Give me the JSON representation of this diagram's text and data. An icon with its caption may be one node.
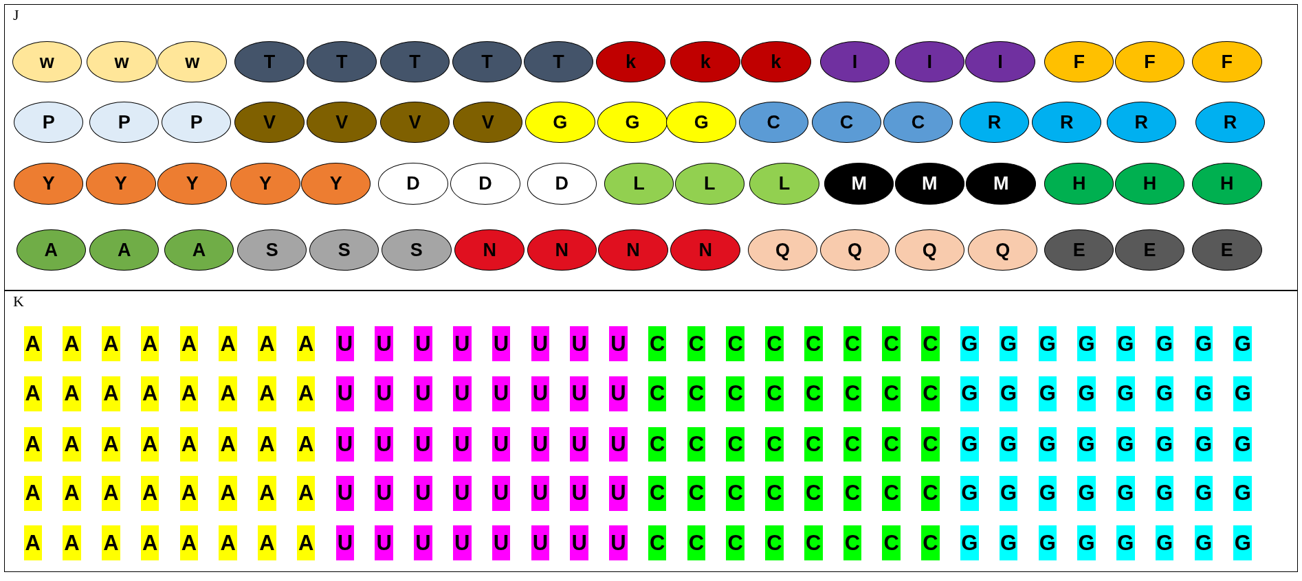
{
  "diagram": {
    "nodes": [
      {
        "text": [
          "J"
        ]
      },
      {
        "text": [
          "w"
        ],
        "in": 0
      },
      {
        "text": [
          "w"
        ],
        "in": 0
      },
      {
        "text": [
          "w"
        ],
        "in": 0
      },
      {
        "text": [
          "T"
        ],
        "in": 0
      },
      {
        "text": [
          "T"
        ],
        "in": 0
      },
      {
        "text": [
          "T"
        ],
        "in": 0
      },
      {
        "text": [
          "T"
        ],
        "in": 0
      },
      {
        "text": [
          "T"
        ],
        "in": 0
      },
      {
        "text": [
          "k"
        ],
        "in": 0
      },
      {
        "text": [
          "k"
        ],
        "in": 0
      },
      {
        "text": [
          "k"
        ],
        "in": 0
      },
      {
        "text": [
          "I"
        ],
        "in": 0
      },
      {
        "text": [
          "I"
        ],
        "in": 0
      },
      {
        "text": [
          "I"
        ],
        "in": 0
      },
      {
        "text": [
          "F"
        ],
        "in": 0
      },
      {
        "text": [
          "F"
        ],
        "in": 0
      },
      {
        "text": [
          "F"
        ],
        "in": 0
      },
      {
        "text": [
          "P"
        ],
        "in": 0
      },
      {
        "text": [
          "P"
        ],
        "in": 0
      },
      {
        "text": [
          "P"
        ],
        "in": 0
      },
      {
        "text": [
          "V"
        ],
        "in": 0
      },
      {
        "text": [
          "V"
        ],
        "in": 0
      },
      {
        "text": [
          "V"
        ],
        "in": 0
      },
      {
        "text": [
          "V"
        ],
        "in": 0
      },
      {
        "text": [
          "G"
        ],
        "in": 0
      },
      {
        "text": [
          "G"
        ],
        "in": 0
      },
      {
        "text": [
          "G"
        ],
        "in": 0
      },
      {
        "text": [
          "C"
        ],
        "in": 0
      },
      {
        "text": [
          "C"
        ],
        "in": 0
      },
      {
        "text": [
          "C"
        ],
        "in": 0
      },
      {
        "text": [
          "R"
        ],
        "in": 0
      },
      {
        "text": [
          "R"
        ],
        "in": 0
      },
      {
        "text": [
          "R"
        ],
        "in": 0
      },
      {
        "text": [
          "R"
        ],
        "in": 0
      },
      {
        "text": [
          "Y"
        ],
        "in": 0
      },
      {
        "text": [
          "Y"
        ],
        "in": 0
      },
      {
        "text": [
          "Y"
        ],
        "in": 0
      },
      {
        "text": [
          "Y"
        ],
        "in": 0
      },
      {
        "text": [
          "Y"
        ],
        "in": 0
      },
      {
        "text": [
          "D"
        ],
        "in": 0
      },
      {
        "text": [
          "D"
        ],
        "in": 0
      },
      {
        "text": [
          "D"
        ],
        "in": 0
      },
      {
        "text": [
          "L"
        ],
        "in": 0
      },
      {
        "text": [
          "L"
        ],
        "in": 0
      },
      {
        "text": [
          "L"
        ],
        "in": 0
      },
      {
        "text": [
          "M"
        ],
        "in": 0
      },
      {
        "text": [
          "M"
        ],
        "in": 0
      },
      {
        "text": [
          "M"
        ],
        "in": 0
      },
      {
        "text": [
          "H"
        ],
        "in": 0
      },
      {
        "text": [
          "H"
        ],
        "in": 0
      },
      {
        "text": [
          "H"
        ],
        "in": 0
      },
      {
        "text": [
          "A"
        ],
        "in": 0
      },
      {
        "text": [
          "A"
        ],
        "in": 0
      },
      {
        "text": [
          "A"
        ],
        "in": 0
      },
      {
        "text": [
          "S"
        ],
        "in": 0
      },
      {
        "text": [
          "S"
        ],
        "in": 0
      },
      {
        "text": [
          "S"
        ],
        "in": 0
      },
      {
        "text": [
          "N"
        ],
        "in": 0
      },
      {
        "text": [
          "N"
        ],
        "in": 0
      },
      {
        "text": [
          "N"
        ],
        "in": 0
      },
      {
        "text": [
          "N"
        ],
        "in": 0
      },
      {
        "text": [
          "Q"
        ],
        "in": 0
      },
      {
        "text": [
          "Q"
        ],
        "in": 0
      },
      {
        "text": [
          "Q"
        ],
        "in": 0
      },
      {
        "text": [
          "Q"
        ],
        "in": 0
      },
      {
        "text": [
          "E"
        ],
        "in": 0
      },
      {
        "text": [
          "E"
        ],
        "in": 0
      },
      {
        "text": [
          "E"
        ],
        "in": 0
      },
      {
        "text": [
          "K"
        ]
      },
      {
        "text": [
          "A"
        ],
        "in": 69
      },
      {
        "text": [
          "A"
        ],
        "in": 69
      },
      {
        "text": [
          "A"
        ],
        "in": 69
      },
      {
        "text": [
          "A"
        ],
        "in": 69
      },
      {
        "text": [
          "A"
        ],
        "in": 69
      },
      {
        "text": [
          "A"
        ],
        "in": 69
      },
      {
        "text": [
          "A"
        ],
        "in": 69
      },
      {
        "text": [
          "A"
        ],
        "in": 69
      },
      {
        "text": [
          "U"
        ],
        "in": 69
      },
      {
        "text": [
          "U"
        ],
        "in": 69
      },
      {
        "text": [
          "U"
        ],
        "in": 69
      },
      {
        "text": [
          "U"
        ],
        "in": 69
      },
      {
        "text": [
          "U"
        ],
        "in": 69
      },
      {
        "text": [
          "U"
        ],
        "in": 69
      },
      {
        "text": [
          "U"
        ],
        "in": 69
      },
      {
        "text": [
          "U"
        ],
        "in": 69
      },
      {
        "text": [
          "C"
        ],
        "in": 69
      },
      {
        "text": [
          "C"
        ],
        "in": 69
      },
      {
        "text": [
          "C"
        ],
        "in": 69
      },
      {
        "text": [
          "C"
        ],
        "in": 69
      },
      {
        "text": [
          "C"
        ],
        "in": 69
      },
      {
        "text": [
          "C"
        ],
        "in": 69
      },
      {
        "text": [
          "C"
        ],
        "in": 69
      },
      {
        "text": [
          "C"
        ],
        "in": 69
      },
      {
        "text": [
          "G"
        ],
        "in": 69
      },
      {
        "text": [
          "G"
        ],
        "in": 69
      },
      {
        "text": [
          "G"
        ],
        "in": 69
      },
      {
        "text": [
          "G"
        ],
        "in": 69
      },
      {
        "text": [
          "G"
        ],
        "in": 69
      },
      {
        "text": [
          "G"
        ],
        "in": 69
      },
      {
        "text": [
          "G"
        ],
        "in": 69
      },
      {
        "text": [
          "G"
        ],
        "in": 69
      },
      {
        "text": [
          "A"
        ],
        "in": 69
      },
      {
        "text": [
          "A"
        ],
        "in": 69
      },
      {
        "text": [
          "A"
        ],
        "in": 69
      },
      {
        "text": [
          "A"
        ],
        "in": 69
      },
      {
        "text": [
          "A"
        ],
        "in": 69
      },
      {
        "text": [
          "A"
        ],
        "in": 69
      },
      {
        "text": [
          "A"
        ],
        "in": 69
      },
      {
        "text": [
          "A"
        ],
        "in": 69
      },
      {
        "text": [
          "U"
        ],
        "in": 69
      },
      {
        "text": [
          "U"
        ],
        "in": 69
      },
      {
        "text": [
          "U"
        ],
        "in": 69
      },
      {
        "text": [
          "U"
        ],
        "in": 69
      },
      {
        "text": [
          "U"
        ],
        "in": 69
      },
      {
        "text": [
          "U"
        ],
        "in": 69
      },
      {
        "text": [
          "U"
        ],
        "in": 69
      },
      {
        "text": [
          "U"
        ],
        "in": 69
      },
      {
        "text": [
          "C"
        ],
        "in": 69
      },
      {
        "text": [
          "C"
        ],
        "in": 69
      },
      {
        "text": [
          "C"
        ],
        "in": 69
      },
      {
        "text": [
          "C"
        ],
        "in": 69
      },
      {
        "text": [
          "C"
        ],
        "in": 69
      },
      {
        "text": [
          "C"
        ],
        "in": 69
      },
      {
        "text": [
          "C"
        ],
        "in": 69
      },
      {
        "text": [
          "C"
        ],
        "in": 69
      },
      {
        "text": [
          "G"
        ],
        "in": 69
      },
      {
        "text": [
          "G"
        ],
        "in": 69
      },
      {
        "text": [
          "G"
        ],
        "in": 69
      },
      {
        "text": [
          "G"
        ],
        "in": 69
      },
      {
        "text": [
          "G"
        ],
        "in": 69
      },
      {
        "text": [
          "G"
        ],
        "in": 69
      },
      {
        "text": [
          "G"
        ],
        "in": 69
      },
      {
        "text": [
          "G"
        ],
        "in": 69
      },
      {
        "text": [
          "A"
        ],
        "in": 69
      },
      {
        "text": [
          "A"
        ],
        "in": 69
      },
      {
        "text": [
          "A"
        ],
        "in": 69
      },
      {
        "text": [
          "A"
        ],
        "in": 69
      },
      {
        "text": [
          "A"
        ],
        "in": 69
      },
      {
        "text": [
          "A"
        ],
        "in": 69
      },
      {
        "text": [
          "A"
        ],
        "in": 69
      },
      {
        "text": [
          "A"
        ],
        "in": 69
      },
      {
        "text": [
          "U"
        ],
        "in": 69
      },
      {
        "text": [
          "U"
        ],
        "in": 69
      },
      {
        "text": [
          "U"
        ],
        "in": 69
      },
      {
        "text": [
          "U"
        ],
        "in": 69
      },
      {
        "text": [
          "U"
        ],
        "in": 69
      },
      {
        "text": [
          "U"
        ],
        "in": 69
      },
      {
        "text": [
          "U"
        ],
        "in": 69
      },
      {
        "text": [
          "U"
        ],
        "in": 69
      },
      {
        "text": [
          "C"
        ],
        "in": 69
      },
      {
        "text": [
          "C"
        ],
        "in": 69
      },
      {
        "text": [
          "C"
        ],
        "in": 69
      },
      {
        "text": [
          "C"
        ],
        "in": 69
      },
      {
        "text": [
          "C"
        ],
        "in": 69
      },
      {
        "text": [
          "C"
        ],
        "in": 69
      },
      {
        "text": [
          "C"
        ],
        "in": 69
      },
      {
        "text": [
          "C"
        ],
        "in": 69
      },
      {
        "text": [
          "G"
        ],
        "in": 69
      },
      {
        "text": [
          "G"
        ],
        "in": 69
      },
      {
        "text": [
          "G"
        ],
        "in": 69
      },
      {
        "text": [
          "G"
        ],
        "in": 69
      },
      {
        "text": [
          "G"
        ],
        "in": 69
      },
      {
        "text": [
          "G"
        ],
        "in": 69
      },
      {
        "text": [
          "G"
        ],
        "in": 69
      },
      {
        "text": [
          "G"
        ],
        "in": 69
      },
      {
        "text": [
          "A"
        ],
        "in": 69
      },
      {
        "text": [
          "A"
        ],
        "in": 69
      },
      {
        "text": [
          "A"
        ],
        "in": 69
      },
      {
        "text": [
          "A"
        ],
        "in": 69
      },
      {
        "text": [
          "A"
        ],
        "in": 69
      },
      {
        "text": [
          "A"
        ],
        "in": 69
      },
      {
        "text": [
          "A"
        ],
        "in": 69
      },
      {
        "text": [
          "A"
        ],
        "in": 69
      },
      {
        "text": [
          "U"
        ],
        "in": 69
      },
      {
        "text": [
          "U"
        ],
        "in": 69
      },
      {
        "text": [
          "U"
        ],
        "in": 69
      },
      {
        "text": [
          "U"
        ],
        "in": 69
      },
      {
        "text": [
          "U"
        ],
        "in": 69
      },
      {
        "text": [
          "U"
        ],
        "in": 69
      },
      {
        "text": [
          "U"
        ],
        "in": 69
      },
      {
        "text": [
          "U"
        ],
        "in": 69
      },
      {
        "text": [
          "C"
        ],
        "in": 69
      },
      {
        "text": [
          "C"
        ],
        "in": 69
      },
      {
        "text": [
          "C"
        ],
        "in": 69
      },
      {
        "text": [
          "C"
        ],
        "in": 69
      },
      {
        "text": [
          "C"
        ],
        "in": 69
      },
      {
        "text": [
          "C"
        ],
        "in": 69
      },
      {
        "text": [
          "C"
        ],
        "in": 69
      },
      {
        "text": [
          "C"
        ],
        "in": 69
      },
      {
        "text": [
          "G"
        ],
        "in": 69
      },
      {
        "text": [
          "G"
        ],
        "in": 69
      },
      {
        "text": [
          "G"
        ],
        "in": 69
      },
      {
        "text": [
          "G"
        ],
        "in": 69
      },
      {
        "text": [
          "G"
        ],
        "in": 69
      },
      {
        "text": [
          "G"
        ],
        "in": 69
      },
      {
        "text": [
          "G"
        ],
        "in": 69
      },
      {
        "text": [
          "G"
        ],
        "in": 69
      },
      {
        "text": [
          "A"
        ],
        "in": 69
      },
      {
        "text": [
          "A"
        ],
        "in": 69
      },
      {
        "text": [
          "A"
        ],
        "in": 69
      },
      {
        "text": [
          "A"
        ],
        "in": 69
      },
      {
        "text": [
          "A"
        ],
        "in": 69
      },
      {
        "text": [
          "A"
        ],
        "in": 69
      },
      {
        "text": [
          "A"
        ],
        "in": 69
      },
      {
        "text": [
          "A"
        ],
        "in": 69
      },
      {
        "text": [
          "U"
        ],
        "in": 69
      },
      {
        "text": [
          "U"
        ],
        "in": 69
      },
      {
        "text": [
          "U"
        ],
        "in": 69
      },
      {
        "text": [
          "U"
        ],
        "in": 69
      },
      {
        "text": [
          "U"
        ],
        "in": 69
      },
      {
        "text": [
          "U"
        ],
        "in": 69
      },
      {
        "text": [
          "U"
        ],
        "in": 69
      },
      {
        "text": [
          "U"
        ],
        "in": 69
      },
      {
        "text": [
          "C"
        ],
        "in": 69
      },
      {
        "text": [
          "C"
        ],
        "in": 69
      },
      {
        "text": [
          "C"
        ],
        "in": 69
      },
      {
        "text": [
          "C"
        ],
        "in": 69
      },
      {
        "text": [
          "C"
        ],
        "in": 69
      },
      {
        "text": [
          "C"
        ],
        "in": 69
      },
      {
        "text": [
          "C"
        ],
        "in": 69
      },
      {
        "text": [
          "C"
        ],
        "in": 69
      },
      {
        "text": [
          "G"
        ],
        "in": 69
      },
      {
        "text": [
          "G"
        ],
        "in": 69
      },
      {
        "text": [
          "G"
        ],
        "in": 69
      },
      {
        "text": [
          "G"
        ],
        "in": 69
      },
      {
        "text": [
          "G"
        ],
        "in": 69
      },
      {
        "text": [
          "G"
        ],
        "in": 69
      },
      {
        "text": [
          "G"
        ],
        "in": 69
      },
      {
        "text": [
          "G"
        ],
        "in": 69
      }
    ]
  }
}
